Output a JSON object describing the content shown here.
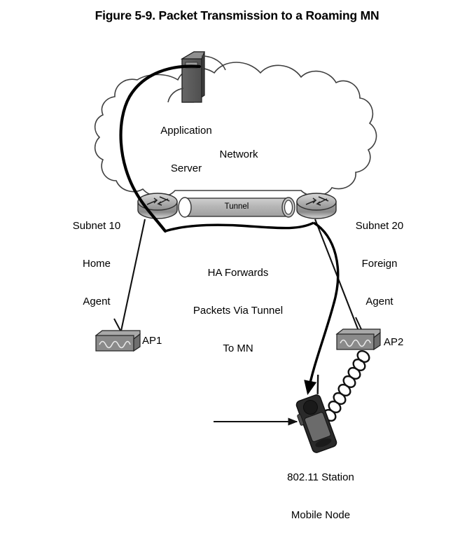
{
  "figure": {
    "title": "Figure 5-9. Packet Transmission to a Roaming MN"
  },
  "diagram": {
    "type": "network-topology",
    "cloud": {
      "label": "Network"
    },
    "nodes": {
      "server": {
        "icon": "server-tower-icon",
        "label_line1": "Application",
        "label_line2": "Server"
      },
      "home_agent": {
        "icon": "router-icon",
        "label_line1": "Subnet 10",
        "label_line2": "Home",
        "label_line3": "Agent"
      },
      "foreign_agent": {
        "icon": "router-icon",
        "label_line1": "Subnet 20",
        "label_line2": "Foreign",
        "label_line3": "Agent"
      },
      "tunnel": {
        "icon": "tunnel-cylinder-icon",
        "label": "Tunnel"
      },
      "ap1": {
        "icon": "access-point-icon",
        "label": "AP1"
      },
      "ap2": {
        "icon": "access-point-icon",
        "label": "AP2"
      },
      "mobile_node": {
        "icon": "handheld-radio-icon",
        "label_line1": "802.11 Station",
        "label_line2": "Mobile Node"
      }
    },
    "annotations": {
      "forwarding_note_line1": "HA Forwards",
      "forwarding_note_line2": "Packets Via Tunnel",
      "forwarding_note_line3": "To MN"
    },
    "colors": {
      "outline": "#1a1a1a",
      "cloud_stroke": "#3f3f3f",
      "server_front": "#5c5c5c",
      "server_side": "#3d3d3d",
      "server_top": "#8f8f8f",
      "router_body": "#9a9a9a",
      "router_top": "#c2c2c2",
      "tunnel_fill": "#b8b8b8",
      "ap_front": "#8a8a8a",
      "ap_top": "#a8a8a8",
      "mn_body": "#6b6b6b",
      "mn_dark": "#1f1f1f",
      "path_thick": "#000000"
    }
  }
}
